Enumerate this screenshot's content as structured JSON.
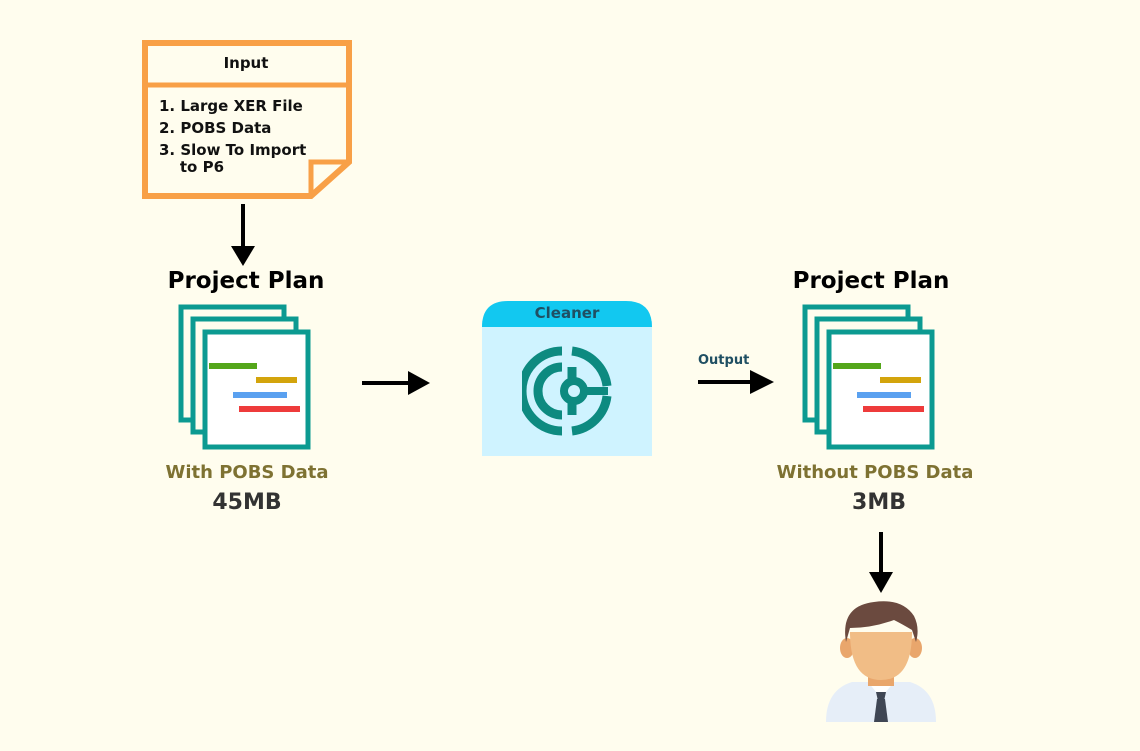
{
  "input_note": {
    "title": "Input",
    "items": [
      "1. Large XER File",
      "2. POBS Data",
      "3. Slow To Import\n    to P6"
    ]
  },
  "left_plan": {
    "title": "Project Plan",
    "subtitle": "With POBS Data",
    "size": "45MB"
  },
  "cleaner": {
    "label": "Cleaner"
  },
  "output_label": "Output",
  "right_plan": {
    "title": "Project Plan",
    "subtitle": "Without POBS Data",
    "size": "3MB"
  },
  "colors": {
    "background": "#fffdee",
    "note_border": "#f8a047",
    "doc_border": "#0c9a91",
    "cleaner_header": "#12c8f0",
    "cleaner_body": "#cff3ff",
    "cleaner_logo": "#0d8a80",
    "subtitle": "#7e7232",
    "gantt": [
      "#54a61a",
      "#d3a40c",
      "#5aa1f0",
      "#ee3b3b"
    ]
  },
  "icons": [
    "document-stack-icon",
    "cleaner-logo-icon",
    "user-avatar-icon",
    "arrow-icon"
  ]
}
